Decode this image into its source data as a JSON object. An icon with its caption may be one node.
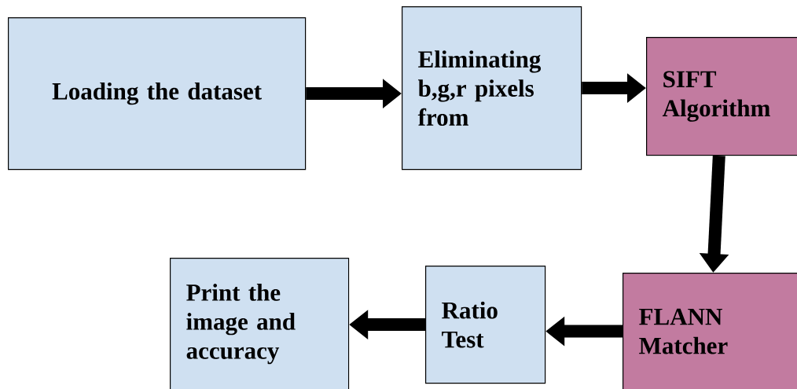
{
  "diagram": {
    "nodes": [
      {
        "text": [
          "Loading the dataset"
        ]
      },
      {
        "text": [
          "Eliminating b,g,r pixels from"
        ]
      },
      {
        "text": [
          "SIFT Algorithm"
        ]
      },
      {
        "text": [
          "FLANN Matcher"
        ]
      },
      {
        "text": [
          "Ratio Test"
        ]
      },
      {
        "text": [
          "Print the image and accuracy"
        ]
      }
    ],
    "edges": [
      {
        "from": 0,
        "to": 1,
        "arrow": "to"
      },
      {
        "from": 1,
        "to": 2,
        "arrow": "to"
      },
      {
        "from": 2,
        "to": 3,
        "arrow": "to"
      },
      {
        "from": 3,
        "to": 4,
        "arrow": "to"
      },
      {
        "from": 4,
        "to": 5,
        "arrow": "to"
      }
    ]
  }
}
